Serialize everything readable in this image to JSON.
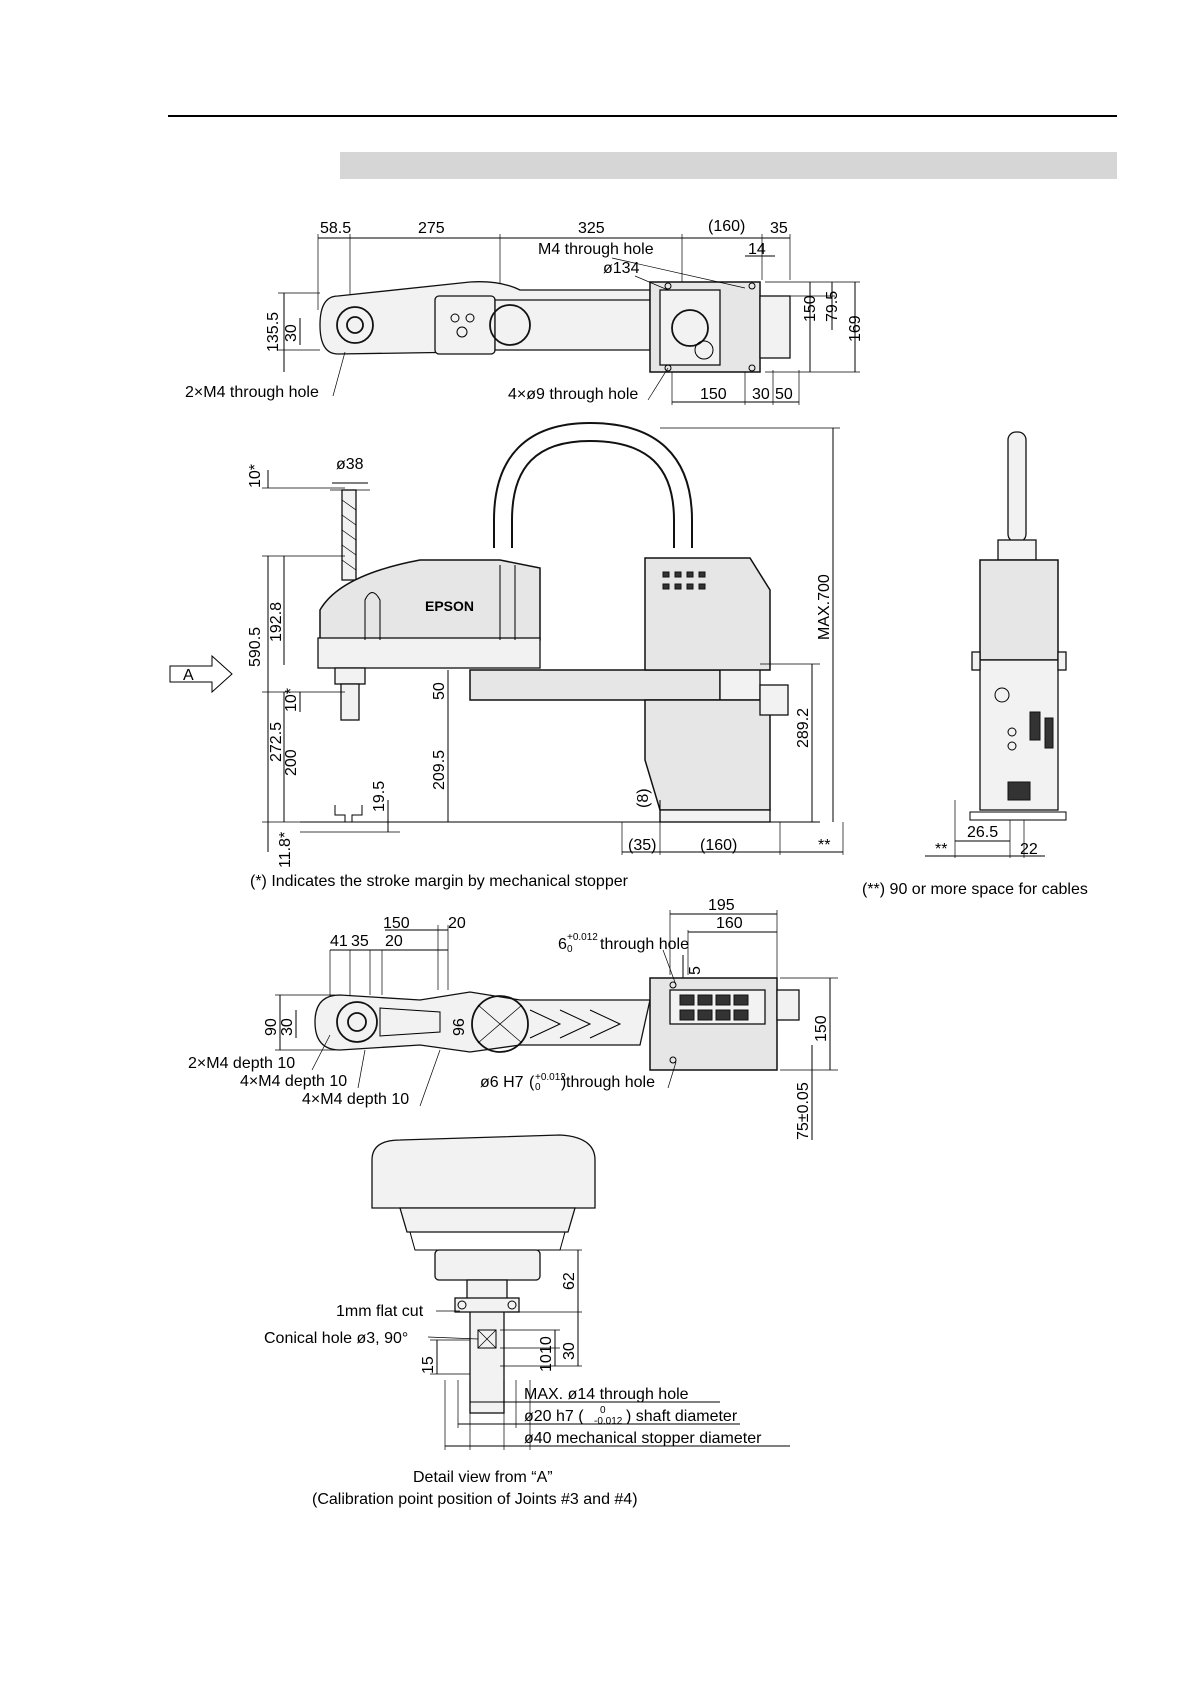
{
  "top_view": {
    "dims": {
      "d58_5": "58.5",
      "d275": "275",
      "d325": "325",
      "d160p": "(160)",
      "d35": "35",
      "d14": "14",
      "d150v": "150",
      "d79_5": "79.5",
      "d169": "169",
      "d135_5": "135.5",
      "d30": "30",
      "d150b": "150",
      "d30b": "30",
      "d50b": "50"
    },
    "labels": {
      "m4_through": "M4 through hole",
      "dia134": "ø134",
      "m4x2_through": "2×M4 through hole",
      "dia9x4_through": "4×ø9 through hole"
    }
  },
  "side_view": {
    "dims": {
      "d10s_top": "10*",
      "dia38": "ø38",
      "d192_8": "192.8",
      "d590_5": "590.5",
      "d10s_mid": "10*",
      "d50": "50",
      "d272_5": "272.5",
      "d200": "200",
      "d209_5": "209.5",
      "d19_5": "19.5",
      "d11_8s": "11.8*",
      "d8p": "(8)",
      "d35p": "(35)",
      "d160p": "(160)",
      "stars2": "**",
      "max700": "MAX.700",
      "d289_2": "289.2"
    },
    "brand": "EPSON",
    "arrow_label": "A",
    "note_stroke": "(*) Indicates the stroke margin by mechanical stopper"
  },
  "end_view": {
    "dims": {
      "d26_5": "26.5",
      "d22": "22",
      "stars2": "**"
    },
    "note_cables": "(**) 90 or more space for cables"
  },
  "bottom_view": {
    "dims": {
      "d150": "150",
      "d20a": "20",
      "d41": "41",
      "d35": "35",
      "d20b": "20",
      "d195": "195",
      "d160": "160",
      "d5": "5",
      "d90": "90",
      "d30": "30",
      "d96": "96",
      "d150v": "150",
      "d75": "75±0.05"
    },
    "labels": {
      "hole6_a": "6",
      "hole6_tol_up": "+0.012",
      "hole6_tol_dn": "0",
      "hole6_b": "through hole",
      "m4x2_depth": "2×M4 depth 10",
      "m4x4_depth_a": "4×M4 depth 10",
      "m4x4_depth_b": "4×M4 depth 10",
      "h7_a": "ø6 H7",
      "h7_tol_up": "+0.012",
      "h7_tol_dn": "0",
      "h7_b": "through hole"
    }
  },
  "detail_view": {
    "dims": {
      "d62": "62",
      "d15": "15",
      "d10a": "10",
      "d10b": "10",
      "d30": "30"
    },
    "labels": {
      "flat_cut": "1mm flat cut",
      "conical": "Conical hole ø3, 90°",
      "max14": "MAX. ø14 through hole",
      "shaft_a": "ø20 h7 (",
      "shaft_tol_up": "0",
      "shaft_tol_dn": "-0.012",
      "shaft_b": ") shaft diameter",
      "stopper40": "ø40 mechanical stopper diameter"
    },
    "caption_line1": "Detail view from “A”",
    "caption_line2": "(Calibration point position of Joints #3 and #4)"
  }
}
